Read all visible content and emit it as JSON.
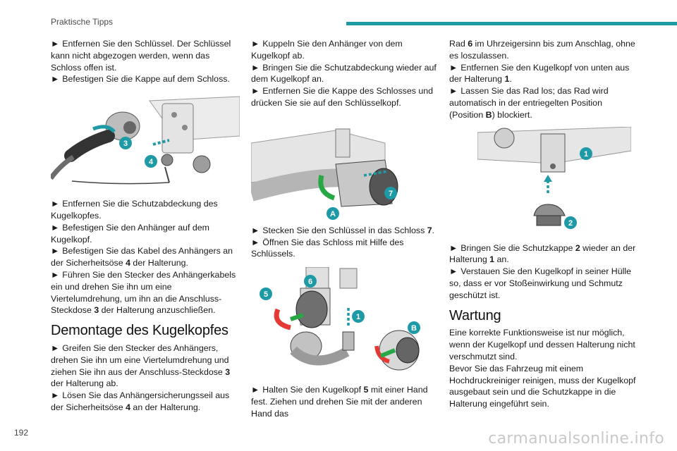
{
  "header": {
    "section_title": "Praktische Tipps"
  },
  "page_number": "192",
  "watermark": "carmanualsonline.info",
  "colors": {
    "accent": "#1e9aa6",
    "marker": "#1e9aa6",
    "arrow_green": "#27a844",
    "arrow_red": "#d32f2f"
  },
  "col1": {
    "i1": [
      {
        "type": "text",
        "text": "Entfernen Sie den Schlüssel. Der Schlüssel kann nicht abgezogen werden, wenn das Schloss offen ist."
      },
      {
        "type": "text",
        "text": "Befestigen Sie die Kappe auf dem Schloss."
      }
    ],
    "fig1_labels": [
      "3",
      "4"
    ],
    "i2": [
      "Entfernen Sie die Schutzabdeckung des Kugelkopfes.",
      "Befestigen Sie den Anhänger auf dem Kugelkopf.",
      {
        "pre": "Befestigen Sie das Kabel des Anhängers an der Sicherheitsöse ",
        "bold": "4",
        "post": " der Halterung."
      },
      {
        "pre": "Führen Sie den Stecker des Anhängerkabels ein und drehen Sie ihn um eine Viertelumdrehung, um ihn an die Anschluss-Steckdose ",
        "bold": "3",
        "post": " der Halterung anzuschließen."
      }
    ],
    "heading": "Demontage des Kugelkopfes",
    "i3": [
      {
        "pre": "Greifen Sie den Stecker des Anhängers, drehen Sie ihn um eine Viertelumdrehung und ziehen Sie ihn aus der Anschluss-Steckdose ",
        "bold": "3",
        "post": " der Halterung ab."
      },
      {
        "pre": "Lösen Sie das Anhängersicherungsseil aus der Sicherheitsöse ",
        "bold": "4",
        "post": " an der Halterung."
      }
    ]
  },
  "col2": {
    "i1": [
      "Kuppeln Sie den Anhänger von dem Kugelkopf ab.",
      "Bringen Sie die Schutzabdeckung wieder auf dem Kugelkopf an.",
      "Entfernen Sie die Kappe des Schlosses und drücken Sie sie auf den Schlüsselkopf."
    ],
    "fig2_labels": [
      "7",
      "A"
    ],
    "i2": [
      {
        "pre": "Stecken Sie den Schlüssel in das Schloss ",
        "bold": "7",
        "post": "."
      },
      "Öffnen Sie das Schloss mit Hilfe des Schlüssels."
    ],
    "fig3_labels": [
      "6",
      "5",
      "1",
      "B"
    ],
    "i3": [
      {
        "pre": "Halten Sie den Kugelkopf ",
        "bold": "5",
        "post": " mit einer Hand fest. Ziehen und drehen Sie mit der anderen Hand das"
      }
    ]
  },
  "col3": {
    "cont": [
      {
        "pre": "Rad ",
        "bold": "6",
        "post": " im Uhrzeigersinn bis zum Anschlag, ohne es loszulassen."
      }
    ],
    "i1": [
      {
        "pre": "Entfernen Sie den Kugelkopf von unten aus der Halterung ",
        "bold": "1",
        "post": "."
      },
      {
        "pre": "Lassen Sie das Rad los; das Rad wird automatisch in der entriegelten Position (Position ",
        "bold": "B",
        "post": ") blockiert."
      }
    ],
    "fig4_labels": [
      "1",
      "2"
    ],
    "i2": [
      {
        "pre": "Bringen Sie die Schutzkappe ",
        "bold": "2",
        "post": " wieder an der Halterung ",
        "bold2": "1",
        "post2": " an."
      },
      "Verstauen Sie den Kugelkopf in seiner Hülle so, dass er vor Stoßeinwirkung und Schmutz geschützt ist."
    ],
    "heading": "Wartung",
    "para": [
      "Eine korrekte Funktionsweise ist nur möglich, wenn der Kugelkopf und dessen Halterung nicht verschmutzt sind.",
      "Bevor Sie das Fahrzeug mit einem Hochdruckreiniger reinigen, muss der Kugelkopf ausgebaut sein und die Schutzkappe in die Halterung eingeführt sein."
    ]
  }
}
